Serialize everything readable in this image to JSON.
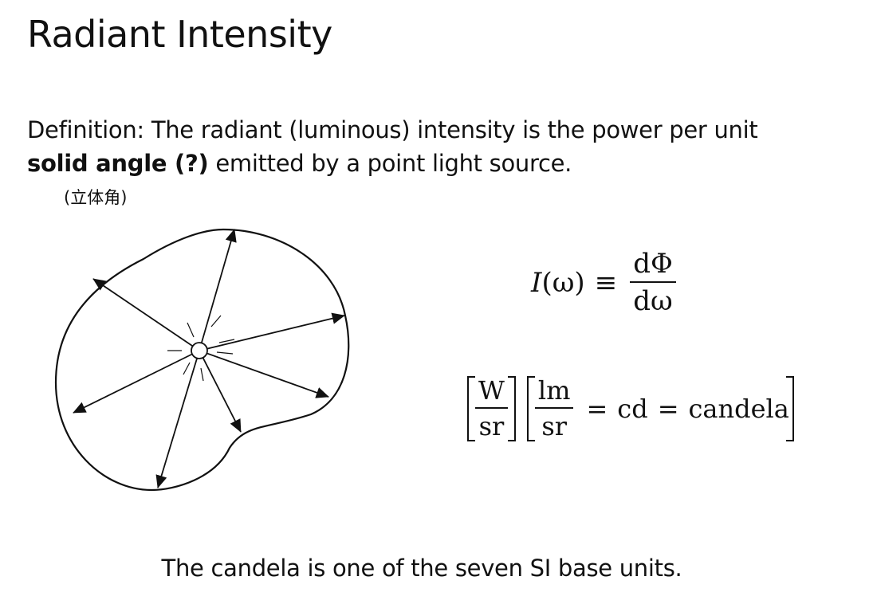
{
  "slide": {
    "title": "Radiant Intensity",
    "definition": {
      "prefix": "Definition: The radiant (luminous) intensity is the power per unit",
      "bold_term": "solid angle (?)",
      "suffix": " emitted by a point light source."
    },
    "chinese_note": "(立体角)",
    "equation_intensity": {
      "lhs_symbol": "I",
      "lhs_argument": "(ω)",
      "operator": "≡",
      "numerator": "dΦ",
      "denominator": "dω"
    },
    "equation_units": {
      "first_numerator": "W",
      "first_denominator": "sr",
      "second_numerator": "lm",
      "second_denominator": "sr",
      "equals_1": "=",
      "unit_abbrev": "cd",
      "equals_2": "=",
      "unit_name": "candela"
    },
    "footer": "The candela is one of the seven SI base units."
  }
}
